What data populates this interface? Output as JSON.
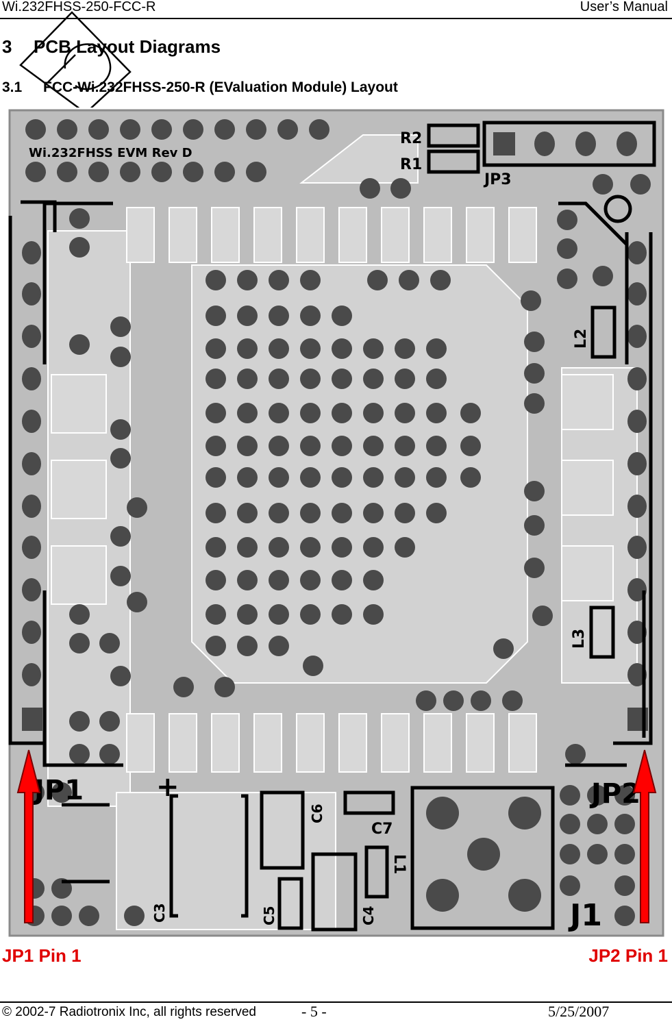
{
  "header": {
    "doc_id": "Wi.232FHSS-250-FCC-R",
    "doc_type": "User’s Manual"
  },
  "section": {
    "number": "3",
    "title": "PCB Layout Diagrams"
  },
  "subsection": {
    "number": "3.1",
    "title": "FCC-Wi.232FHSS-250-R (EValuation Module) Layout"
  },
  "pcb": {
    "silkscreen_title": "Wi.232FHSS EVM   Rev D",
    "labels": {
      "r2": "R2",
      "r1": "R1",
      "jp3": "JP3",
      "l2": "L2",
      "l3": "L3",
      "jp1": "JP1",
      "jp2": "JP2",
      "c6": "C6",
      "c7": "C7",
      "l1": "L1",
      "c3": "C3",
      "c5": "C5",
      "c4": "C4",
      "j1": "J1",
      "plus": "+"
    },
    "colors": {
      "board": "#bdbdbd",
      "trace": "#d4d4d4",
      "pad": "#4a4a4a",
      "outline": "#ffffff",
      "silk": "#000000",
      "arrow": "#ff0000"
    }
  },
  "annotations": {
    "jp1_pin": "JP1 Pin 1",
    "jp2_pin": "JP2 Pin 1",
    "color": "#e00000"
  },
  "footer": {
    "copyright": "© 2002-7 Radiotronix Inc, all rights reserved",
    "page": "- 5 -",
    "date": "5/25/2007"
  }
}
